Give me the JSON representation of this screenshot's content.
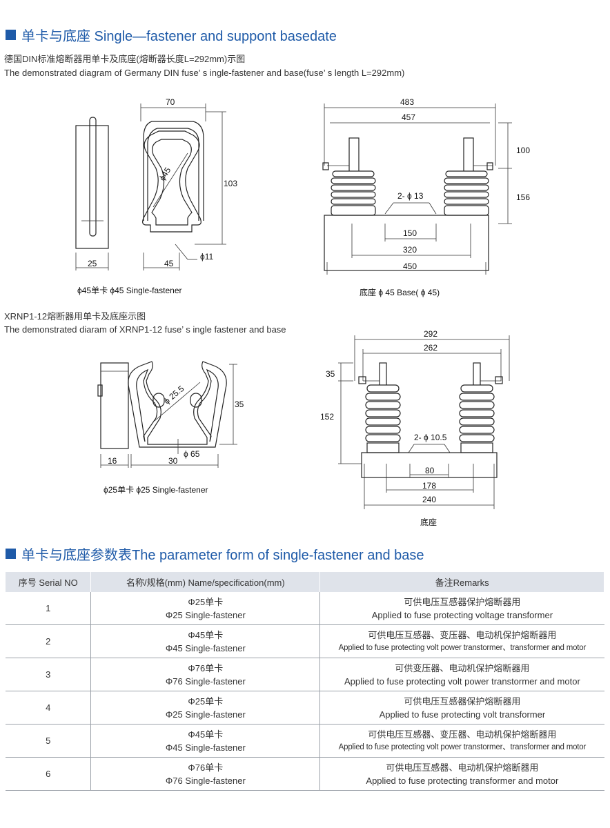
{
  "section1": {
    "title": "单卡与底座 Single—fastener and suppont basedate",
    "subtitle_cn": "德国DIN标准熔断器用单卡及底座(熔断器长度L=292mm)示图",
    "subtitle_en": "The demonstrated diagram of Germany DIN fuse’ s ingle-fastener and base(fuse’ s length L=292mm)"
  },
  "fig1": {
    "caption": "ϕ45单卡 ϕ45 Single-fastener",
    "dims": [
      "70",
      "103",
      "ϕ45",
      "ϕ11",
      "25",
      "45"
    ]
  },
  "fig2": {
    "caption": "底座 ϕ 45 Base( ϕ 45)",
    "dims": [
      "483",
      "457",
      "100",
      "156",
      "2- ϕ 13",
      "150",
      "320",
      "450"
    ]
  },
  "section2": {
    "subtitle_cn": "XRNP1-12熔断器用单卡及底座示图",
    "subtitle_en": "The demonstrated diaram of XRNP1-12 fuse’ s ingle fastener and base"
  },
  "fig3": {
    "caption": "ϕ25单卡 ϕ25 Single-fastener",
    "dims": [
      "ϕ 25.5",
      "35",
      "ϕ 65",
      "16",
      "30"
    ]
  },
  "fig4": {
    "caption": "底座",
    "dims": [
      "292",
      "262",
      "35",
      "152",
      "2- ϕ 10.5",
      "80",
      "178",
      "240"
    ]
  },
  "section3": {
    "title": "单卡与底座参数表The parameter form of single-fastener and base"
  },
  "table": {
    "headers": [
      "序号 Serial NO",
      "名称/规格(mm) Name/specification(mm)",
      "备注Remarks"
    ],
    "rows": [
      {
        "no": "1",
        "name_cn": "Φ25单卡",
        "name_en": "Φ25 Single-fastener",
        "remark_cn": "可供电压互感器保护熔断器用",
        "remark_en": "Applied to fuse protecting voltage transformer"
      },
      {
        "no": "2",
        "name_cn": "Φ45单卡",
        "name_en": "Φ45 Single-fastener",
        "remark_cn": "可供电压互感器、变压器、电动机保护熔断器用",
        "remark_en": "Applied to fuse protecting volt power transtormer、transformer and motor"
      },
      {
        "no": "3",
        "name_cn": "Φ76单卡",
        "name_en": "Φ76 Single-fastener",
        "remark_cn": "可供变压器、电动机保护熔断器用",
        "remark_en": "Applied to fuse protecting volt power transtormer and motor"
      },
      {
        "no": "4",
        "name_cn": "Φ25单卡",
        "name_en": "Φ25 Single-fastener",
        "remark_cn": "可供电压互感器保护熔断器用",
        "remark_en": "Applied to fuse protecting volt transformer"
      },
      {
        "no": "5",
        "name_cn": "Φ45单卡",
        "name_en": "Φ45 Single-fastener",
        "remark_cn": "可供电压互感器、变压器、电动机保护熔断器用",
        "remark_en": "Applied to fuse protecting volt power transtormer、transformer and motor"
      },
      {
        "no": "6",
        "name_cn": "Φ76单卡",
        "name_en": "Φ76 Single-fastener",
        "remark_cn": "可供电压互感器、电动机保护熔断器用",
        "remark_en": "Applied to fuse protecting transformer and motor"
      }
    ]
  },
  "colors": {
    "accent": "#1e5aa8",
    "header_bg": "#dfe3ea",
    "rule": "#9aa0a8"
  }
}
